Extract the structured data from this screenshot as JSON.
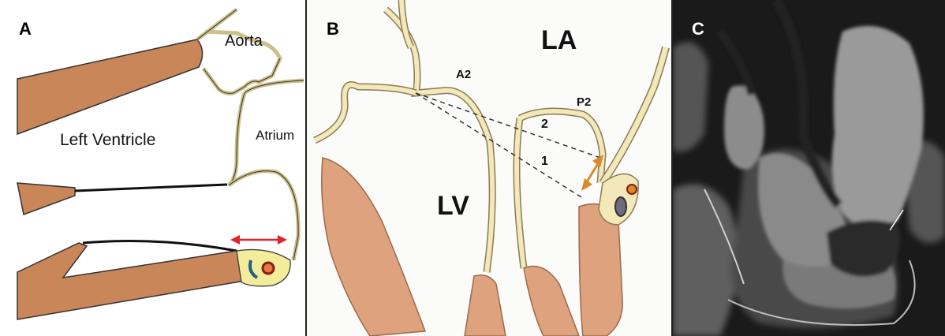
{
  "panels": [
    {
      "letter": "A",
      "labels": {
        "aorta": "Aorta",
        "left_ventricle": "Left Ventricle",
        "atrium": "Atrium"
      },
      "colors": {
        "muscle": "#c98658",
        "arrow": "#e0242a",
        "annulus": "#f3ec9a",
        "vessel_outer": "#8b1a1a",
        "vessel_blue": "#1f5f8a"
      }
    },
    {
      "letter": "B",
      "labels": {
        "la": "LA",
        "lv": "LV",
        "a2": "A2",
        "p2": "P2",
        "line1": "1",
        "line2": "2"
      },
      "colors": {
        "leaflet_fill": "#f3e8b9",
        "leaflet_edge": "#8a7a55",
        "muscle": "#dea27e",
        "arrow": "#d98a2a"
      }
    },
    {
      "letter": "C",
      "colors": {
        "background": "#1a1a1a",
        "blood_bright": "#9a9a9a",
        "tissue_mid": "#5e5e5e"
      }
    }
  ]
}
